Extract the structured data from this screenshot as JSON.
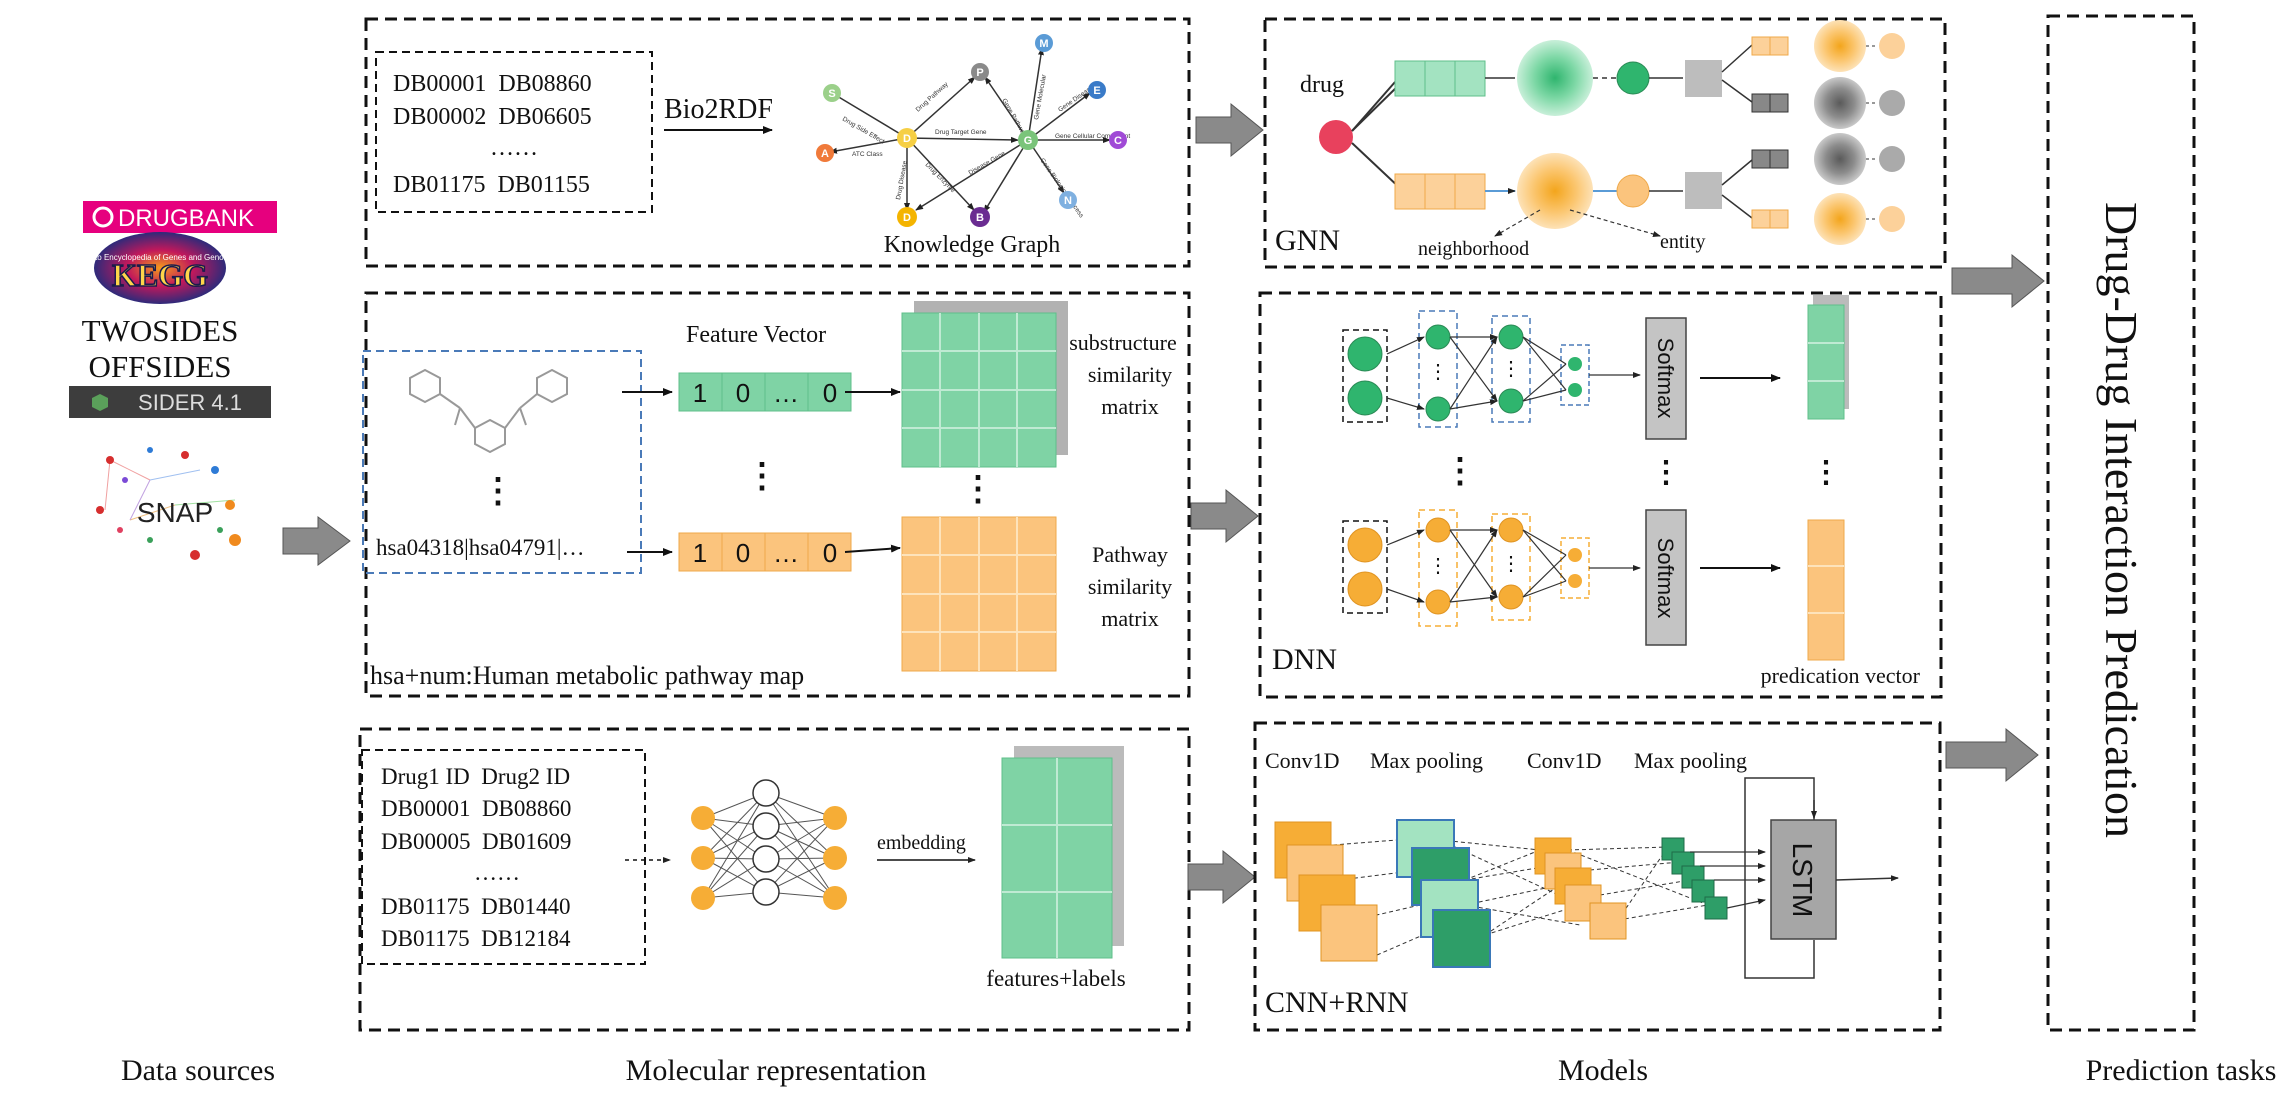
{
  "data_sources": {
    "drugbank": "DRUGBANK",
    "kegg": "KEGG",
    "kegg_small": "Kyoto Encyclopedia of Genes and Genomes",
    "twosides": "TWOSIDES",
    "offsides": "OFFSIDES",
    "sider": "SIDER 4.1",
    "snap": "SNAP",
    "caption": "Data sources"
  },
  "kg_panel": {
    "ids": [
      "DB00001  DB08860",
      "DB00002  DB06605",
      "……",
      "DB01175  DB01155"
    ],
    "arrow_label": "Bio2RDF",
    "graph_label": "Knowledge Graph",
    "node_letters": [
      "S",
      "A",
      "D",
      "P",
      "B",
      "G",
      "M",
      "E",
      "C",
      "N",
      "D"
    ],
    "edge_labels": [
      "Drug Side Effect",
      "ATC Class",
      "Drug Pathway",
      "Drug Target Gene",
      "Drug Disease",
      "Drug Enzyme",
      "Disease Gene",
      "Gene Pathway",
      "Gene Molecular",
      "Gene Cellular Component",
      "Gene Biological Process",
      "Gene Disease"
    ]
  },
  "feature_panel": {
    "feature_vector_label": "Feature Vector",
    "vector1": [
      "1",
      "0",
      "…",
      "0"
    ],
    "vector2": [
      "1",
      "0",
      "…",
      "0"
    ],
    "pathway_text": "hsa04318|hsa04791|…",
    "substructure_label": [
      "substructure",
      "similarity",
      "matrix"
    ],
    "pathway_label": [
      "Pathway",
      "similarity",
      "matrix"
    ],
    "footer": "hsa+num:Human metabolic pathway map",
    "vdots": "⋮"
  },
  "embed_panel": {
    "ids": [
      "Drug1 ID  Drug2 ID",
      "DB00001  DB08860",
      "DB00005  DB01609",
      "……",
      "DB01175  DB01440",
      "DB01175  DB12184"
    ],
    "embedding_label": "embedding",
    "features_label": "features+labels"
  },
  "gnn_panel": {
    "drug_label": "drug",
    "neighborhood_label": "neighborhood",
    "entity_label": "entity",
    "title": "GNN"
  },
  "dnn_panel": {
    "softmax1": "Softmax",
    "softmax2": "Softmax",
    "title": "DNN",
    "vector_label": "predication vector"
  },
  "cnn_panel": {
    "conv1": "Conv1D",
    "pool1": "Max pooling",
    "conv2": "Conv1D",
    "pool2": "Max pooling",
    "lstm": "LSTM",
    "title": "CNN+RNN"
  },
  "prediction": {
    "title": "Drug-Drug Interaction Predication"
  },
  "captions": {
    "molecular": "Molecular representation",
    "models": "Models",
    "prediction_tasks": "Prediction tasks"
  },
  "colors": {
    "green": "#7fd3a5",
    "green_dark": "#2e9e68",
    "orange": "#fbc47d",
    "orange_dark": "#f6ad36",
    "gray": "#a6a6a6",
    "pink": "#e6007e"
  }
}
